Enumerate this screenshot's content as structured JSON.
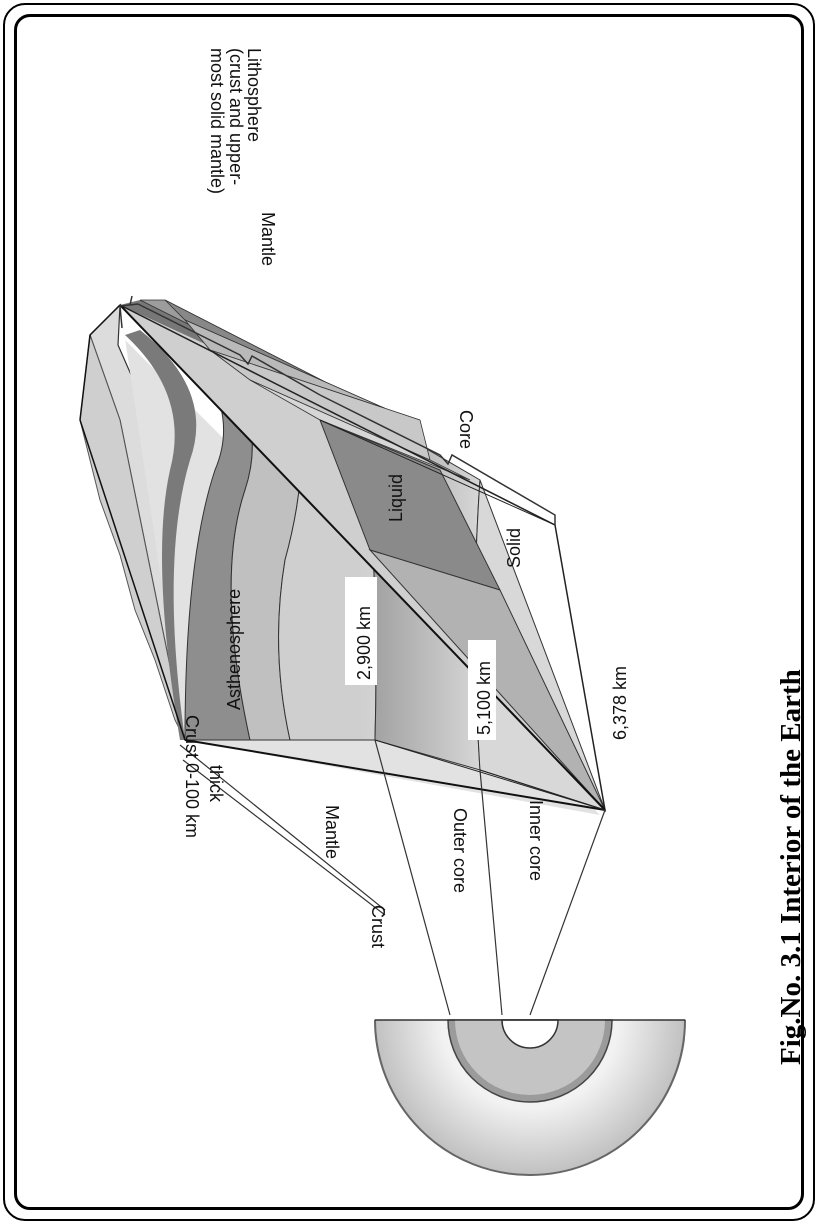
{
  "figure": {
    "caption": "Fig.No. 3.1 Interior of the Earth"
  },
  "labels": {
    "lithosphere": [
      "Lithosphere",
      "(crust and upper-",
      "most solid mantle)"
    ],
    "mantle_top": "Mantle",
    "core": "Core",
    "crust_thickness": [
      "Crust 0-100 km",
      "thick"
    ],
    "crust": "Crust",
    "mantle_left": "Mantle",
    "outer_core": "Outer core",
    "inner_core": "Inner core",
    "asthenosphere": "Asthenosphere",
    "liquid": "Liquid",
    "solid": "Solid"
  },
  "depths": {
    "d1": "2,900 km",
    "d2": "5,100 km",
    "d3": "6,378 km"
  },
  "colors": {
    "frame": "#000000",
    "dark_layer": "#8a8a8a",
    "medium_layer": "#b4b4b4",
    "light_layer": "#d6d6d6"
  }
}
